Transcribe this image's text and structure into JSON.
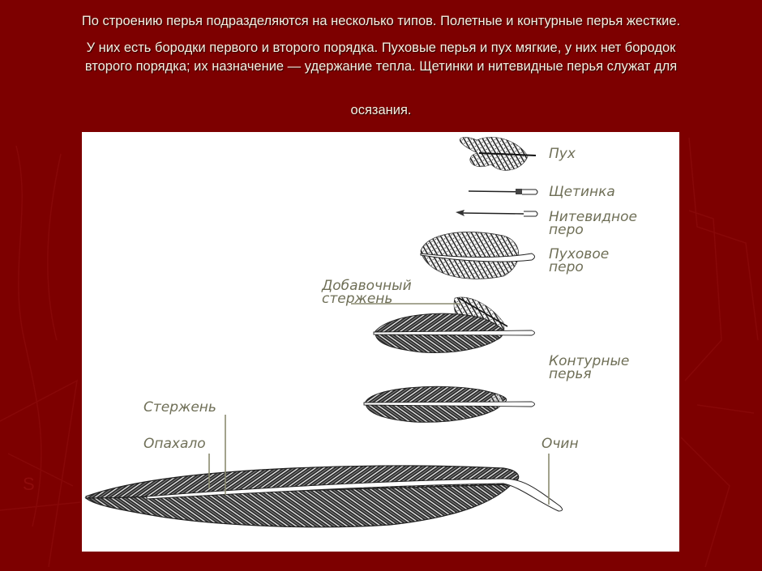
{
  "slide": {
    "background_color": "#7d0000",
    "text_color": "#f6efe0",
    "paragraph": {
      "line1": "По строению перья подразделяются на несколько   типов. Полетные и контурные перья жесткие.",
      "line2": "У них есть бородки первого и второго порядка. Пуховые перья и пух мягкие, у них нет бородок",
      "line3": "второго порядка; их назначение — удержание тепла. Щетинки и нитевидные перья служат для",
      "line4": "осязания."
    }
  },
  "figure": {
    "label_color": "#6f6f57",
    "labels": {
      "pukh": "Пух",
      "shchetinka": "Щетинка",
      "nitevidnoe_1": "Нитевидное",
      "nitevidnoe_2": "перо",
      "pukhovoe_1": "Пуховое",
      "pukhovoe_2": "перо",
      "dobavochny_1": "Добавочный",
      "dobavochny_2": "стержень",
      "konturnye_1": "Контурные",
      "konturnye_2": "перья",
      "sterzhen": "Стержень",
      "opakhalo": "Опахало",
      "ochin": "Очин"
    },
    "feathers": [
      "down",
      "bristle",
      "filoplume",
      "down-feather",
      "contour-with-afterfeather",
      "contour",
      "flight-feather"
    ]
  }
}
